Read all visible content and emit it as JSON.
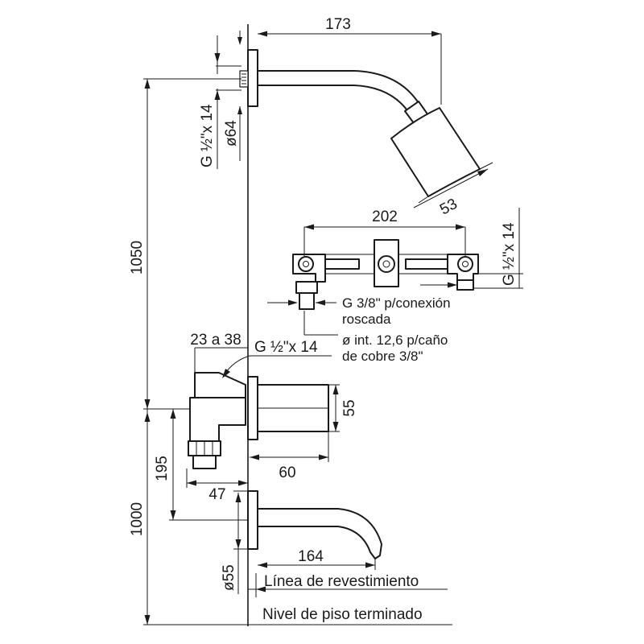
{
  "dimensions": {
    "shower_arm_length": "173",
    "arm_thread": "G ½\"x 14",
    "flange_diameter": "ø64",
    "shower_head_size": "53",
    "total_height": "1050",
    "valve_spacing": "202",
    "right_inlet_thread": "G ½\"x 14",
    "mixer_wall_depth": "23 a 38",
    "mixer_thread": "G ½\"x 14",
    "mixer_body_height": "55",
    "mixer_body_width": "60",
    "mixer_to_spout_height": "195",
    "spout_offset": "47",
    "spout_height": "1000",
    "spout_length": "164",
    "spout_diameter": "ø55"
  },
  "notes": {
    "connection_line1": "G 3/8\" p/conexión",
    "connection_line2": "roscada",
    "copper_line1": "ø int. 12,6 p/caño",
    "copper_line2": "de cobre 3/8\""
  },
  "levels": {
    "cladding_line": "Línea de revestimiento",
    "finished_floor": "Nivel de piso terminado"
  }
}
